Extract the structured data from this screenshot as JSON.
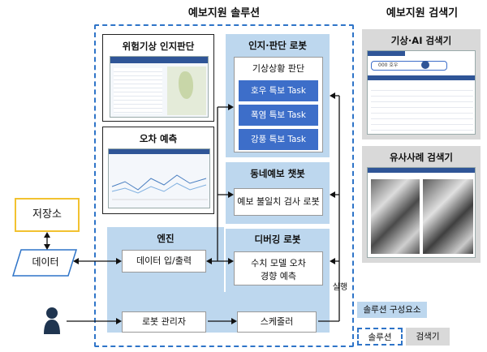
{
  "solution": {
    "title": "예보지원 솔루션",
    "risk_weather": "위험기상 인지판단",
    "error_forecast": "오차 예측",
    "recog_robot": {
      "title": "인지·판단 로봇",
      "inner_title": "기상상황 판단",
      "tasks": [
        "호우 특보 Task",
        "폭염 특보 Task",
        "강풍 특보 Task"
      ]
    },
    "chatbot": {
      "title": "동네예보 챗봇",
      "item": "예보 불일치 검사 로봇"
    },
    "debug_robot": {
      "title": "디버깅 로봇",
      "item_line1": "수치 모델 오차",
      "item_line2": "경향 예측"
    },
    "engine": {
      "title": "엔진",
      "io": "데이터 입/출력",
      "robot_manager": "로봇 관리자",
      "scheduler": "스케줄러"
    },
    "execute": "실행"
  },
  "storage": "저장소",
  "data": "데이터",
  "search": {
    "title": "예보지원 검색기",
    "weather_ai": "기상·AI 검색기",
    "similar_case": "유사사례 검색기",
    "search_placeholder": "000 호우"
  },
  "legend": {
    "component": "솔루션 구성요소",
    "solution": "솔루션",
    "searcher": "검색기"
  },
  "colors": {
    "accent": "#2e74c8",
    "panel": "#bdd7ee",
    "task": "#3d6ec9",
    "storage_border": "#f2c230"
  }
}
